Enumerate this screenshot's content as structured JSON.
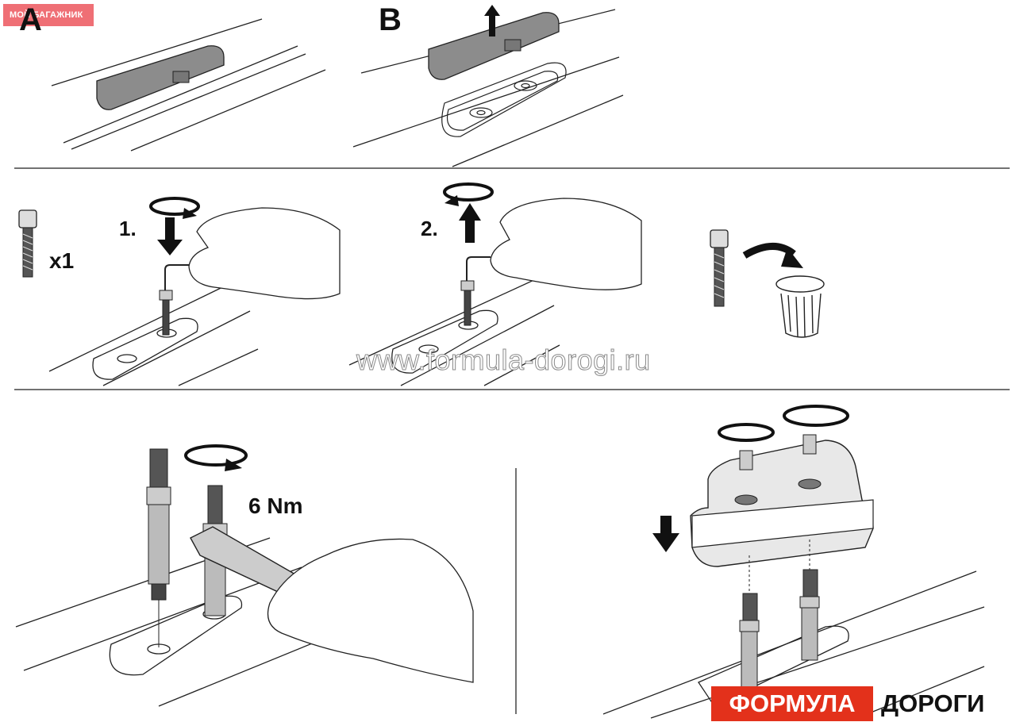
{
  "header": {
    "badge_label": "МОЙ БАГАЖНИК"
  },
  "steps": {
    "a_label": "A",
    "b_label": "B",
    "step1_label": "1.",
    "step2_label": "2."
  },
  "quantity": {
    "label": "x1"
  },
  "torque": {
    "label": "6 Nm"
  },
  "watermark": {
    "text": "www.formula-dorogi.ru"
  },
  "logo": {
    "part1": "ФОРМУЛА",
    "part2": "ДОРОГИ",
    "accent_color": "#e3311b"
  },
  "icons": [
    "rotate-clockwise-arrow",
    "rotate-counterclockwise-arrow",
    "down-arrow",
    "up-arrow",
    "curved-arrow",
    "hex-key",
    "bolt",
    "insert",
    "wrench",
    "hand"
  ]
}
